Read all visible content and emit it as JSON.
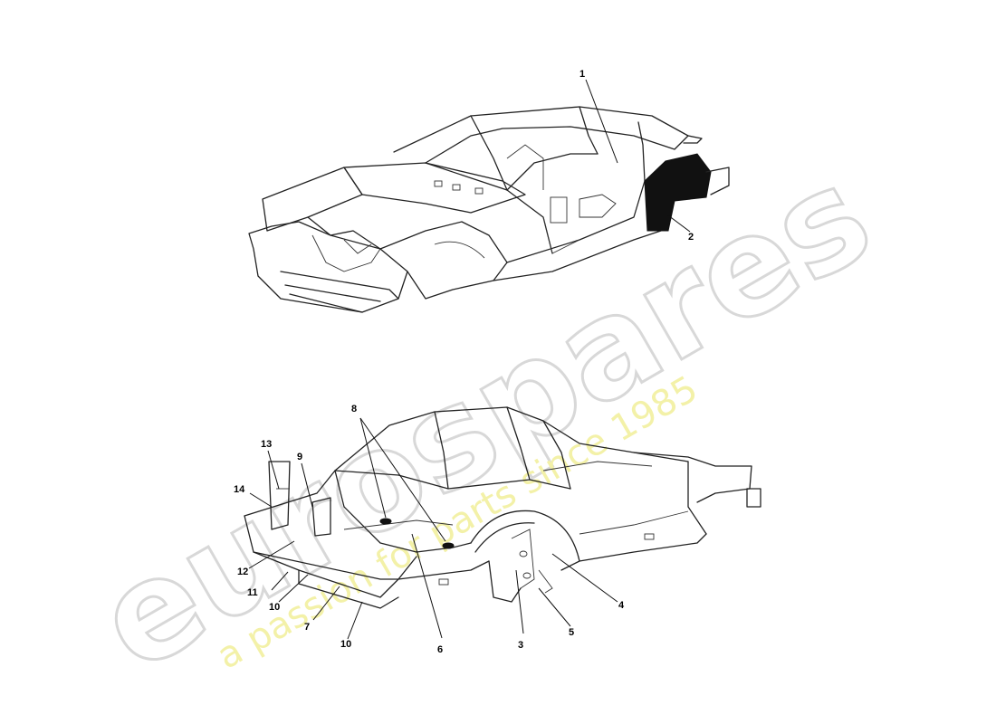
{
  "watermark": {
    "brand": "eurospares",
    "tagline": "a passion for parts since 1985"
  },
  "callouts": {
    "c1": "1",
    "c2": "2",
    "c3": "3",
    "c4": "4",
    "c5": "5",
    "c6": "6",
    "c7": "7",
    "c8": "8",
    "c9": "9",
    "c10a": "10",
    "c10b": "10",
    "c11": "11",
    "c12": "12",
    "c13": "13",
    "c14": "14"
  },
  "colors": {
    "line": "#222222",
    "watermark_outline": "#d8d8d8",
    "watermark_tagline": "#f3f1a8"
  }
}
